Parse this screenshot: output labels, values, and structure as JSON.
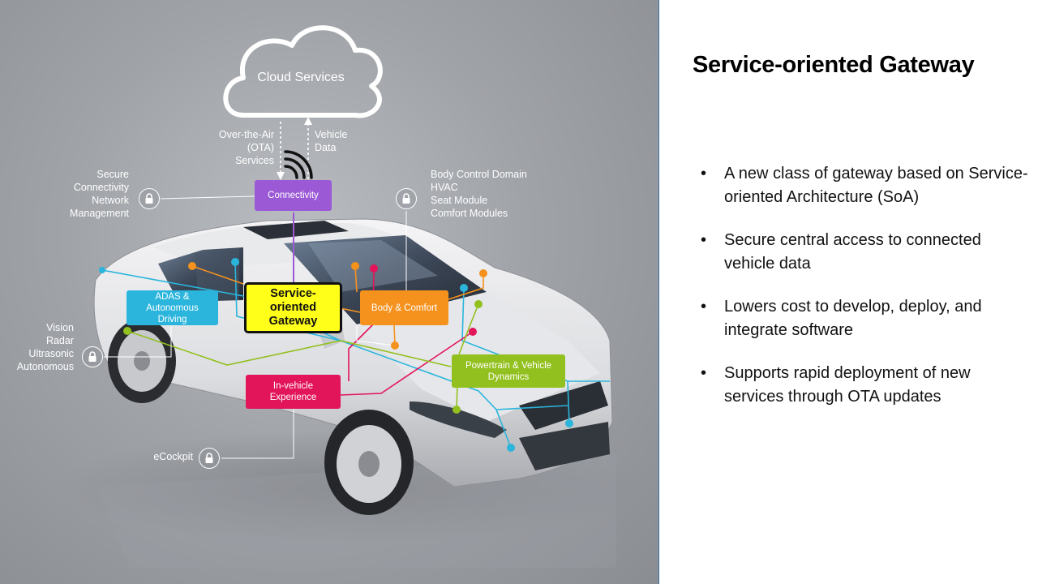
{
  "slide": {
    "title": "Service-oriented Gateway",
    "bullets": [
      "A new class of gateway based on Service-oriented Architecture (SoA)",
      "Secure central access to connected vehicle data",
      "Lowers cost to develop, deploy, and integrate software",
      "Supports rapid deployment of new services through OTA updates"
    ],
    "bullet_glyph": "•"
  },
  "diagram": {
    "cloud_label": "Cloud Services",
    "ota_label": "Over-the-Air (OTA) Services",
    "ota_lines": [
      "Over-the-Air",
      "(OTA)",
      "Services"
    ],
    "vehicle_data_lines": [
      "Vehicle",
      "Data"
    ],
    "secure_lines": [
      "Secure",
      "Connectivity",
      "Network",
      "Management"
    ],
    "body_domain_lines": [
      "Body Control Domain",
      "HVAC",
      "Seat Module",
      "Comfort Modules"
    ],
    "vision_lines": [
      "Vision",
      "Radar",
      "Ultrasonic",
      "Autonomous"
    ],
    "ecockpit": "eCockpit",
    "boxes": {
      "connectivity": "Connectivity",
      "gateway_lines": [
        "Service-",
        "oriented",
        "Gateway"
      ],
      "adas_lines": [
        "ADAS &",
        "Autonomous",
        "Driving"
      ],
      "body_comfort": "Body & Comfort",
      "powertrain_lines": [
        "Powertrain & Vehicle",
        "Dynamics"
      ],
      "invehicle_lines": [
        "In-vehicle",
        "Experience"
      ]
    },
    "colors": {
      "connectivity": "#9b59d6",
      "gateway_fill": "#ffff1a",
      "adas": "#2bb5dd",
      "body_comfort": "#f5921e",
      "powertrain": "#92c01f",
      "invehicle": "#e2145a"
    }
  }
}
